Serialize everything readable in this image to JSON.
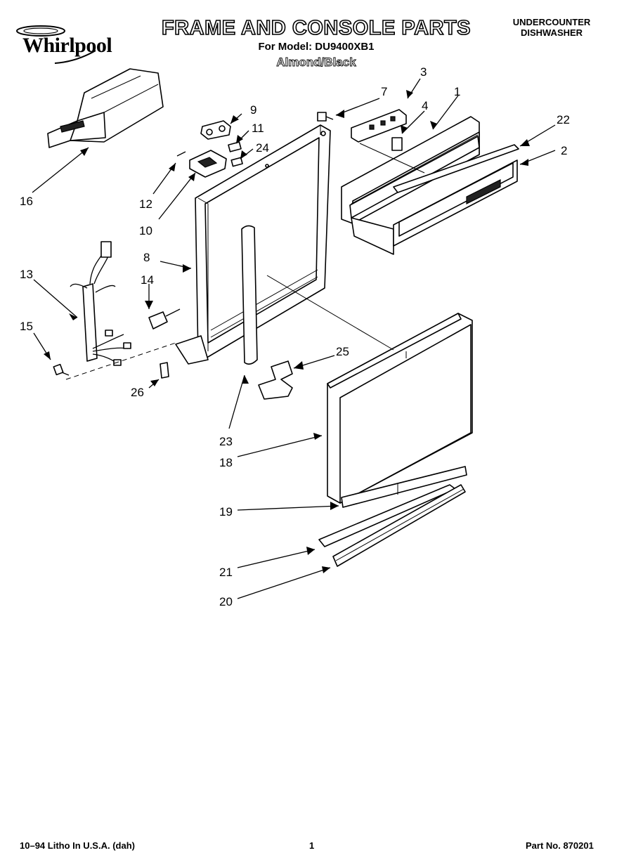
{
  "header": {
    "brand": "Whirlpool",
    "title": "FRAME AND CONSOLE PARTS",
    "model_line": "For Model: DU9400XB1",
    "color_line": "Almond/Black",
    "product_line1": "UNDERCOUNTER",
    "product_line2": "DISHWASHER"
  },
  "footer": {
    "print_info": "10–94 Litho In U.S.A. (dah)",
    "page_number": "1",
    "part_number": "Part No. 870201"
  },
  "callouts": [
    "1",
    "2",
    "3",
    "4",
    "7",
    "8",
    "9",
    "10",
    "11",
    "12",
    "13",
    "14",
    "15",
    "16",
    "18",
    "19",
    "20",
    "21",
    "22",
    "23",
    "24",
    "25",
    "26"
  ]
}
